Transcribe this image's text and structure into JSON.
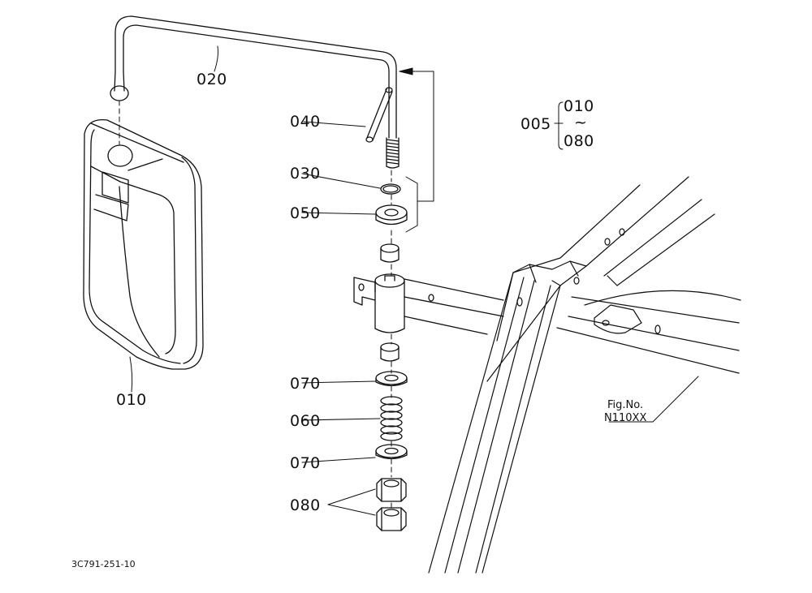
{
  "diagram": {
    "callouts": {
      "c010_mirror": "010",
      "c020": "020",
      "c040": "040",
      "c030": "030",
      "c050": "050",
      "c070_upper": "070",
      "c060": "060",
      "c070_lower": "070",
      "c080": "080",
      "c005": "005",
      "range_from": "010",
      "range_sep": "~",
      "range_to": "080"
    },
    "fig_ref": {
      "line1": "Fig.No.",
      "line2": "N110XX"
    },
    "drawing_code": "3C791-251-10"
  }
}
